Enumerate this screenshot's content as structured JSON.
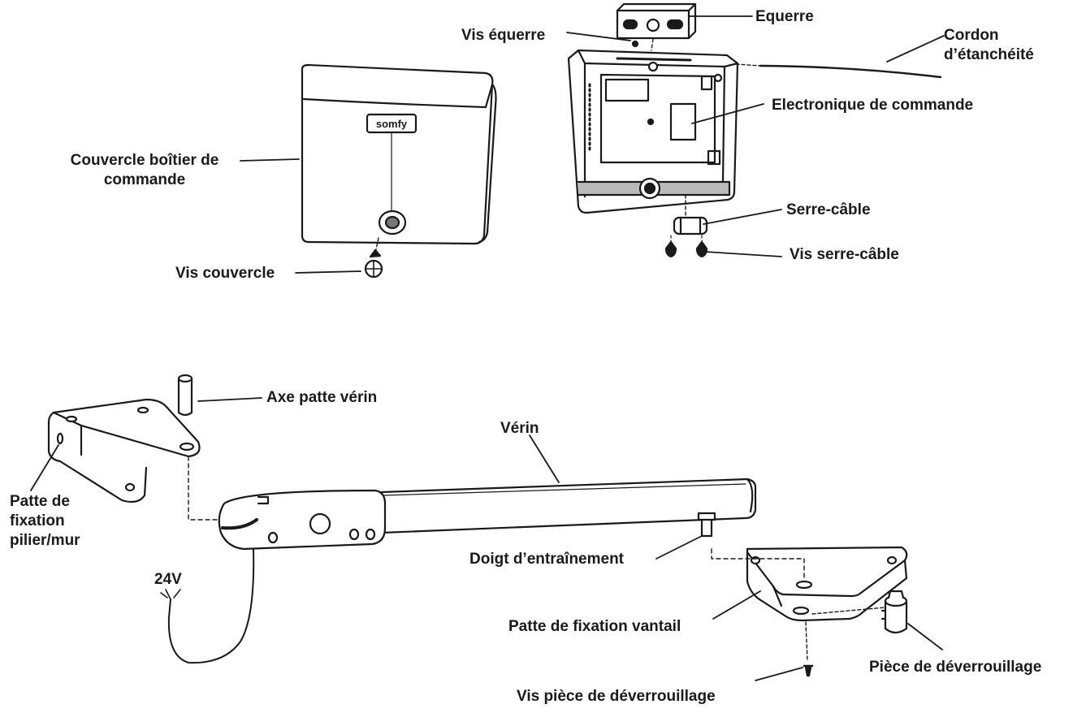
{
  "diagram": {
    "brand_logo": "somfy",
    "colors": {
      "stroke": "#1a1a1a",
      "fill": "#ffffff",
      "shade": "#d9d9d9"
    },
    "labels": {
      "couvercle": "Couvercle boîtier de commande",
      "vis_couvercle": "Vis couvercle",
      "vis_equerre": "Vis équerre",
      "equerre": "Equerre",
      "cordon_line1": "Cordon",
      "cordon_line2": "d’étanchéité",
      "electronique": "Electronique de commande",
      "serre_cable": "Serre-câble",
      "vis_serre_cable": "Vis serre-câble",
      "axe_patte": "Axe patte vérin",
      "verin": "Vérin",
      "patte_pilier_line1": "Patte de",
      "patte_pilier_line2": "fixation",
      "patte_pilier_line3": "pilier/mur",
      "voltage": "24V",
      "doigt": "Doigt d’entraînement",
      "patte_vantail": "Patte de fixation vantail",
      "piece_deverrouillage": "Pièce de déverrouillage",
      "vis_piece": "Vis pièce de déverrouillage"
    }
  }
}
